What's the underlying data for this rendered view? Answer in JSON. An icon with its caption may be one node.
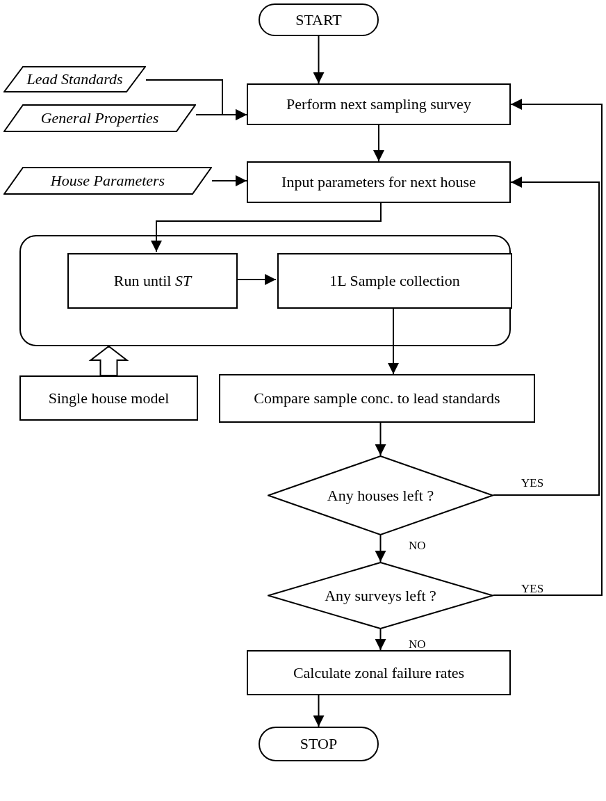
{
  "diagram": {
    "nodes": [
      {
        "text": [
          "START"
        ]
      },
      {
        "text": [
          "Lead Standards"
        ]
      },
      {
        "text": [
          "General Properties"
        ]
      },
      {
        "text": [
          "Perform next sampling survey"
        ]
      },
      {
        "text": [
          "House Parameters"
        ]
      },
      {
        "text": [
          "Input parameters for next house"
        ]
      },
      {
        "text": [],
        "shape": "box"
      },
      {
        "text": [
          "Run until *ST*"
        ],
        "in": 6
      },
      {
        "text": [
          "1L Sample collection"
        ],
        "in": 6
      },
      {
        "text": [
          "Single house model"
        ]
      },
      {
        "text": [
          "Compare sample conc. to lead standards"
        ]
      },
      {
        "text": [
          "Any houses left ?"
        ]
      },
      {
        "text": [
          "Any surveys left ?"
        ]
      },
      {
        "text": [
          "Calculate zonal failure rates"
        ]
      },
      {
        "text": [
          "STOP"
        ]
      }
    ],
    "edges": [
      {
        "from": 0,
        "to": 3,
        "arrow": "to"
      },
      {
        "from": 1,
        "to": 3,
        "arrow": "to"
      },
      {
        "from": 2,
        "to": 3,
        "arrow": "to"
      },
      {
        "from": 3,
        "to": 5,
        "arrow": "to"
      },
      {
        "from": 4,
        "to": 5,
        "arrow": "to"
      },
      {
        "from": 5,
        "to": 7,
        "arrow": "to"
      },
      {
        "from": 7,
        "to": 8,
        "arrow": "to"
      },
      {
        "from": 8,
        "to": 10,
        "arrow": "to"
      },
      {
        "from": 9,
        "to": 6,
        "arrow": "to",
        "style": "thick"
      },
      {
        "from": 10,
        "to": 11,
        "arrow": "to"
      },
      {
        "from": 11,
        "to": 5,
        "arrow": "to",
        "label": "YES"
      },
      {
        "from": 11,
        "to": 12,
        "arrow": "to",
        "label": "NO"
      },
      {
        "from": 12,
        "to": 3,
        "arrow": "to",
        "label": "YES"
      },
      {
        "from": 12,
        "to": 13,
        "arrow": "to",
        "label": "NO"
      },
      {
        "from": 13,
        "to": 14,
        "arrow": "to"
      }
    ]
  }
}
